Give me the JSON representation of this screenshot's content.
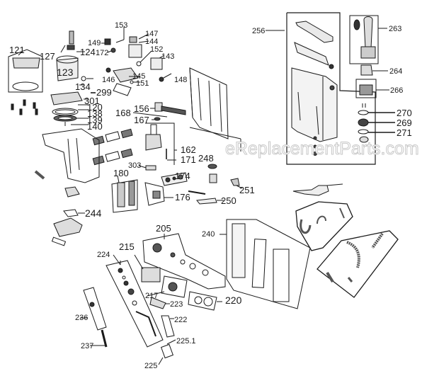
{
  "diagram": {
    "type": "exploded parts diagram",
    "watermark": "eReplacementParts.com",
    "colors": {
      "line": "#1a1a1a",
      "background": "#ffffff",
      "watermark": "#c8c8c8"
    },
    "part_labels": {
      "p121": "121",
      "p127": "127",
      "p124": "124",
      "p123": "123",
      "p134": "134",
      "p299": "299",
      "p301": "301",
      "p120": "120",
      "p138": "138",
      "p139": "139",
      "p140": "140",
      "p153": "153",
      "p149": "149",
      "p172": "172",
      "p147": "147",
      "p144": "144",
      "p152": "152",
      "p143": "143",
      "p146": "146",
      "p145": "145",
      "p151": "151",
      "p148": "148",
      "p156": "156",
      "p168": "168",
      "p167": "167",
      "p162": "162",
      "p171": "171",
      "p303": "303",
      "p180": "180",
      "p174": "174",
      "p176": "176",
      "p248": "248",
      "p251": "251",
      "p250": "250",
      "p244": "244",
      "p205": "205",
      "p215": "215",
      "p224": "224",
      "p217": "217",
      "p223": "223",
      "p222": "222",
      "p220": "220",
      "p236": "236",
      "p237": "237",
      "p225_1": "225.1",
      "p225": "225",
      "p240": "240",
      "p256": "256",
      "p263": "263",
      "p264": "264",
      "p266": "266",
      "p270": "270",
      "p269": "269",
      "p271": "271"
    }
  }
}
